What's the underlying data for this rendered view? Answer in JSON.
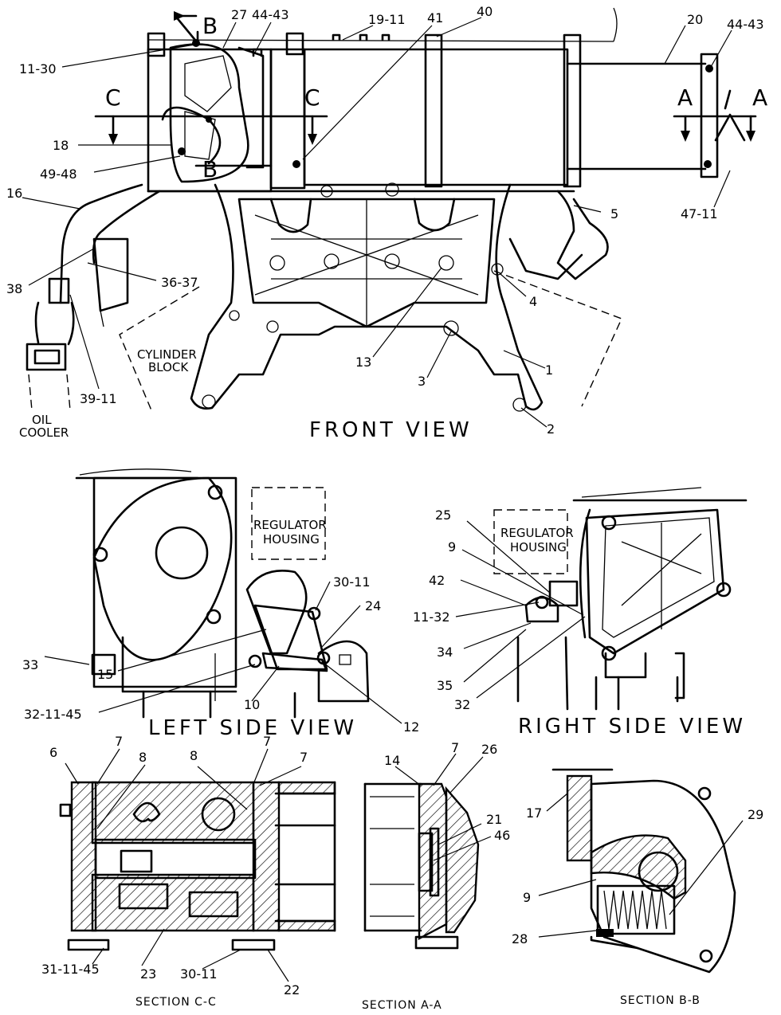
{
  "views": {
    "front": "FRONT VIEW",
    "left_side": "LEFT SIDE VIEW",
    "right_side": "RIGHT SIDE VIEW",
    "section_cc": "SECTION C-C",
    "section_aa": "SECTION A-A",
    "section_bb": "SECTION B-B"
  },
  "section_letters": {
    "a": "A",
    "b": "B",
    "c": "C"
  },
  "notes": {
    "cylinder_block_1": "CYLINDER",
    "cylinder_block_2": "BLOCK",
    "oil_cooler_1": "OIL",
    "oil_cooler_2": "COOLER",
    "regulator_1": "REGULATOR",
    "regulator_2": "HOUSING"
  },
  "callouts": [
    "11-30",
    "27",
    "44-43",
    "19-11",
    "41",
    "40",
    "20",
    "44-43",
    "18",
    "49-48",
    "16",
    "5",
    "47-11",
    "38",
    "36-37",
    "4",
    "39-11",
    "13",
    "3",
    "1",
    "2",
    "25",
    "9",
    "42",
    "11-32",
    "34",
    "35",
    "32",
    "30-11",
    "24",
    "33",
    "15",
    "32-11-45",
    "10",
    "12",
    "6",
    "7",
    "8",
    "8",
    "7",
    "7",
    "14",
    "7",
    "26",
    "21",
    "46",
    "17",
    "29",
    "9",
    "28",
    "31-11-45",
    "23",
    "30-11",
    "22"
  ]
}
